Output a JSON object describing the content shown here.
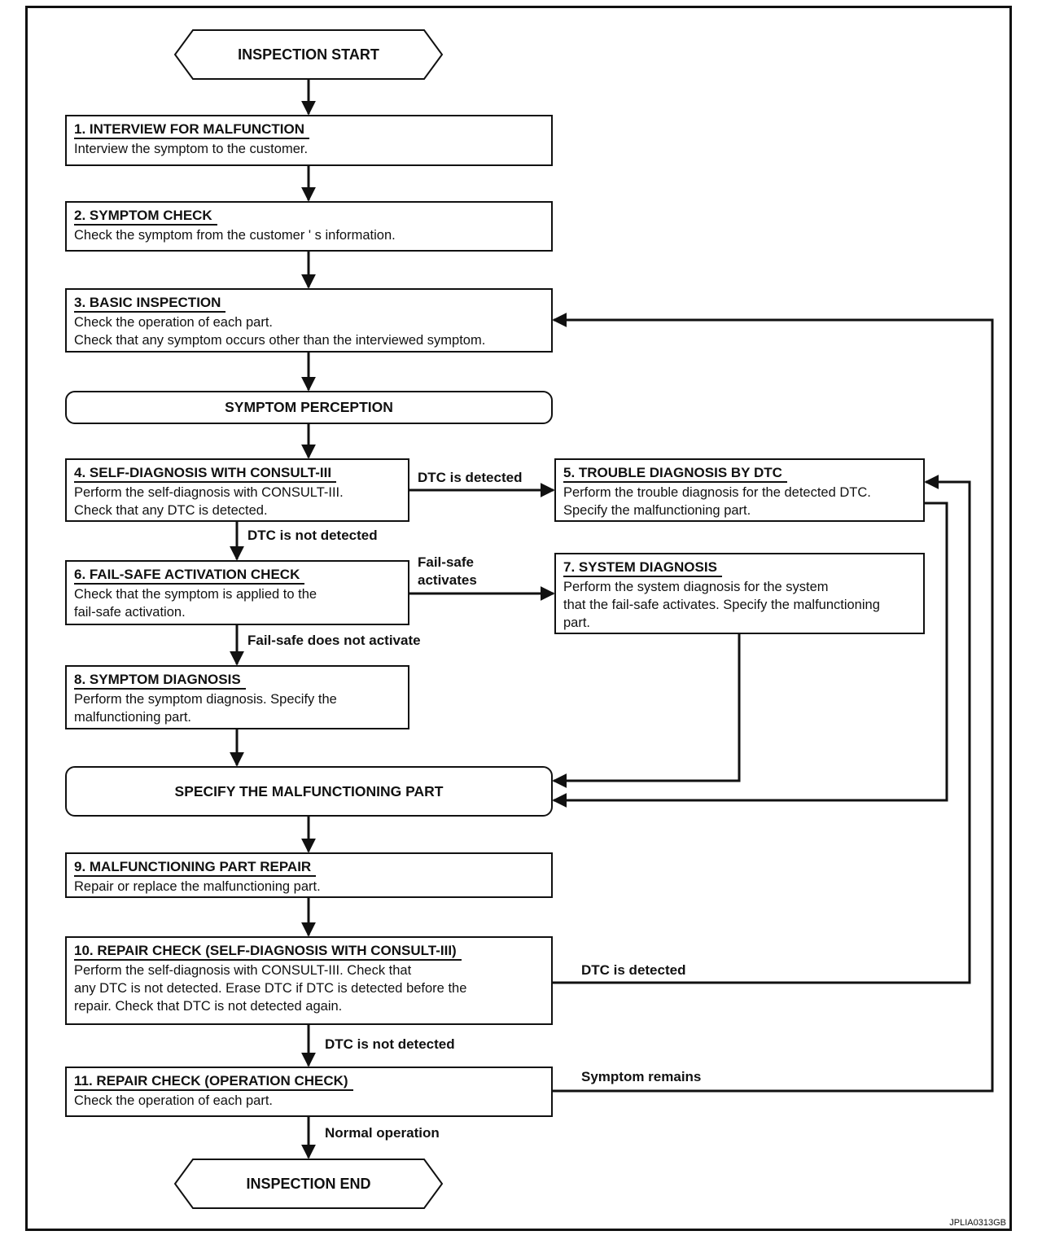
{
  "start": "INSPECTION START",
  "end": "INSPECTION END",
  "steps": {
    "s1": {
      "title": "1. INTERVIEW FOR MALFUNCTION",
      "desc": "Interview the symptom to the customer."
    },
    "s2": {
      "title": "2. SYMPTOM CHECK",
      "desc": "Check the symptom from the customer ' s information."
    },
    "s3": {
      "title": "3. BASIC INSPECTION",
      "desc": "Check the operation of each part.\nCheck that any symptom occurs other than the interviewed symptom."
    },
    "s4": {
      "title": "4. SELF-DIAGNOSIS WITH CONSULT-III",
      "desc": "Perform the self-diagnosis with CONSULT-III.\nCheck that any DTC is detected."
    },
    "s5": {
      "title": "5. TROUBLE DIAGNOSIS BY DTC",
      "desc": "Perform the trouble diagnosis for the detected DTC.\nSpecify the malfunctioning part."
    },
    "s6": {
      "title": "6. FAIL-SAFE ACTIVATION CHECK",
      "desc": "Check that the symptom is applied to the\nfail-safe activation."
    },
    "s7": {
      "title": "7. SYSTEM DIAGNOSIS",
      "desc": "Perform the system diagnosis for the system\nthat the fail-safe activates. Specify the malfunctioning\npart."
    },
    "s8": {
      "title": "8. SYMPTOM DIAGNOSIS",
      "desc": "Perform the symptom diagnosis. Specify the\nmalfunctioning part."
    },
    "s9": {
      "title": "9. MALFUNCTIONING PART REPAIR",
      "desc": "Repair or replace the malfunctioning part."
    },
    "s10": {
      "title": "10. REPAIR CHECK (SELF-DIAGNOSIS WITH CONSULT-III)",
      "desc": "Perform the self-diagnosis with CONSULT-III. Check that\nany DTC is not detected. Erase DTC if DTC is detected before the\nrepair. Check that DTC is not detected again."
    },
    "s11": {
      "title": "11. REPAIR CHECK (OPERATION CHECK)",
      "desc": "Check the operation of each part."
    }
  },
  "stages": {
    "symptom_perception": "SYMPTOM PERCEPTION",
    "specify_part": "SPECIFY THE MALFUNCTIONING PART"
  },
  "labels": {
    "dtc_detected_4": "DTC is detected",
    "dtc_not_detected_4": "DTC is not detected",
    "failsafe_activates": "Fail-safe\nactivates",
    "failsafe_not_activate": "Fail-safe does not activate",
    "dtc_detected_10": "DTC is detected",
    "dtc_not_detected_10": "DTC is not detected",
    "symptom_remains": "Symptom remains",
    "normal_operation": "Normal operation"
  },
  "figure_code": "JPLIA0313GB"
}
